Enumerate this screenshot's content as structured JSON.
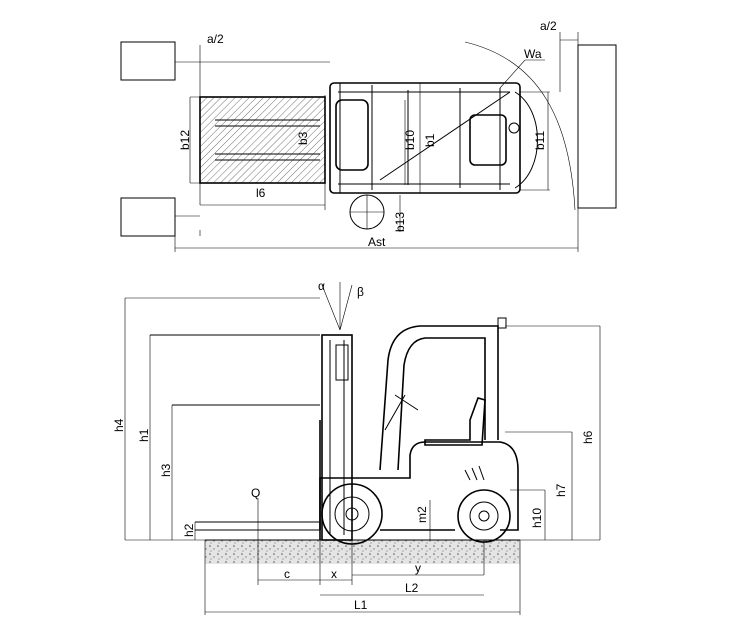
{
  "top_view": {
    "a_half_left": "a/2",
    "a_half_right": "a/2",
    "wa": "Wa",
    "b12": "b12",
    "b3": "b3",
    "b10": "b10",
    "b1": "b1",
    "b11": "b11",
    "l6": "l6",
    "b13": "b13",
    "ast": "Ast"
  },
  "side_view": {
    "alpha": "α",
    "beta": "β",
    "h4": "h4",
    "h1": "h1",
    "h3": "h3",
    "h2": "h2",
    "q": "Q",
    "h6": "h6",
    "h7": "h7",
    "h10": "h10",
    "m2": "m2",
    "c": "c",
    "x": "x",
    "y": "y",
    "l2": "L2",
    "l1": "L1"
  }
}
